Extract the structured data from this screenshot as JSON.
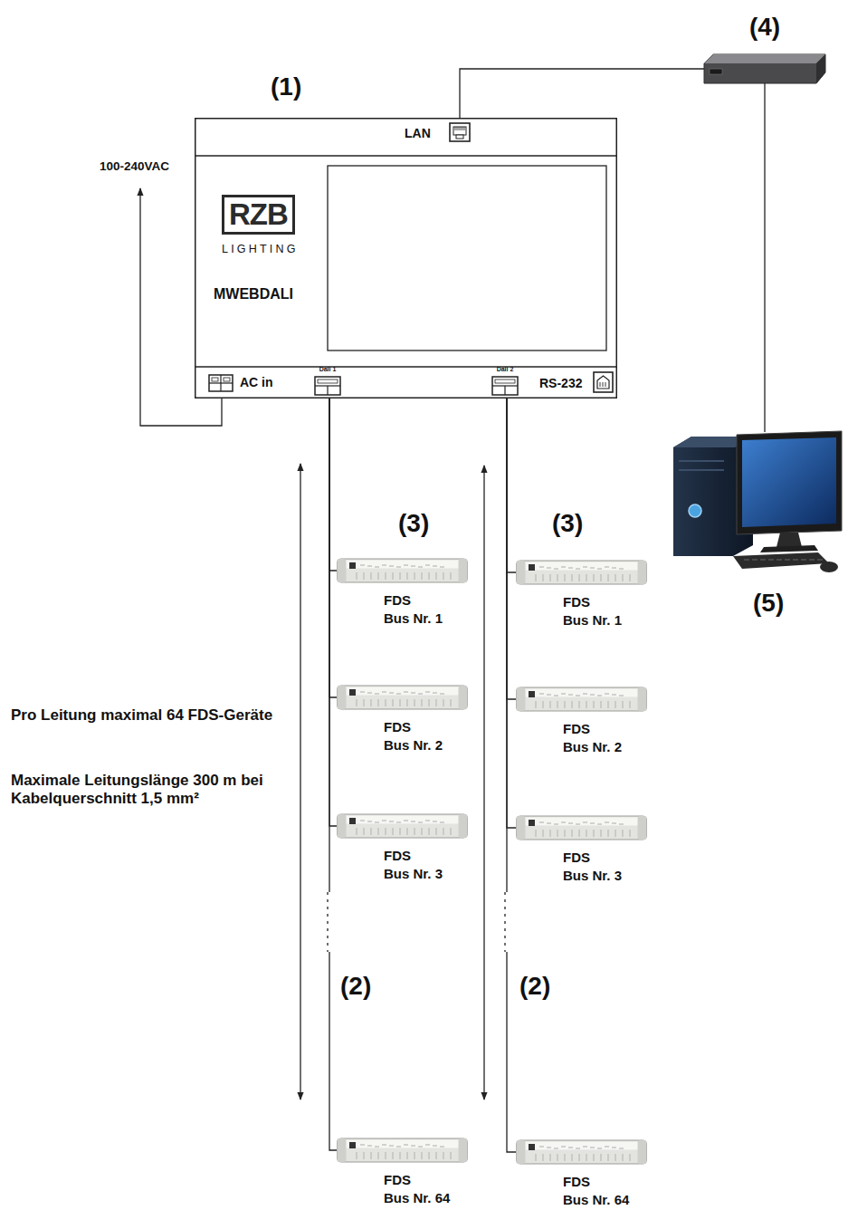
{
  "diagram": {
    "nodes": [
      {
        "text": [
          "(1)",
          "RZB",
          "LIGHTING",
          "MWEBDALI"
        ]
      },
      {
        "text": [
          "LAN"
        ],
        "in": 0
      },
      {
        "text": [
          "AC in"
        ],
        "in": 0
      },
      {
        "text": [
          "Dali 1"
        ],
        "in": 0
      },
      {
        "text": [
          "Dali 2"
        ],
        "in": 0
      },
      {
        "text": [
          "RS-232"
        ],
        "in": 0
      },
      {
        "text": [
          "(4)"
        ]
      },
      {
        "text": [
          "(5)"
        ]
      },
      {
        "text": [
          "FDS",
          "Bus Nr. 1"
        ]
      },
      {
        "text": [
          "FDS",
          "Bus Nr. 2"
        ]
      },
      {
        "text": [
          "FDS",
          "Bus Nr. 3"
        ]
      },
      {
        "text": [
          "FDS",
          "Bus Nr. 64"
        ]
      },
      {
        "text": [
          "FDS",
          "Bus Nr. 1"
        ]
      },
      {
        "text": [
          "FDS",
          "Bus Nr. 2"
        ]
      },
      {
        "text": [
          "FDS",
          "Bus Nr. 3"
        ]
      },
      {
        "text": [
          "FDS",
          "Bus Nr. 64"
        ]
      }
    ],
    "edges": [
      {
        "from": 1,
        "to": 6,
        "arrow": "none"
      },
      {
        "from": 6,
        "to": 7,
        "arrow": "none"
      },
      {
        "from": 3,
        "to": 8,
        "arrow": "none"
      },
      {
        "from": 3,
        "to": 9,
        "arrow": "none"
      },
      {
        "from": 3,
        "to": 10,
        "arrow": "none"
      },
      {
        "from": 3,
        "to": 11,
        "arrow": "none"
      },
      {
        "from": 4,
        "to": 12,
        "arrow": "none"
      },
      {
        "from": 4,
        "to": 13,
        "arrow": "none"
      },
      {
        "from": 4,
        "to": 14,
        "arrow": "none"
      },
      {
        "from": 4,
        "to": 15,
        "arrow": "none"
      }
    ],
    "labels": [
      "100-240VAC",
      "(3)",
      "(3)",
      "(2)",
      "(2)",
      "Pro Leitung maximal 64 FDS-Geräte",
      "Maximale Leitungslänge 300 m bei Kabelquerschnitt 1,5 mm²"
    ]
  }
}
